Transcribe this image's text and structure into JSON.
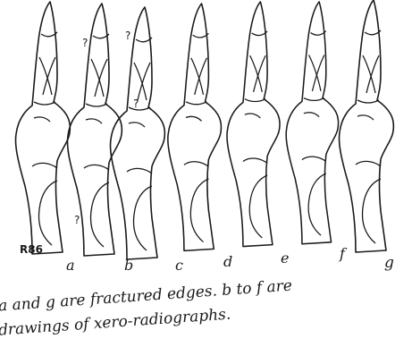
{
  "figure": {
    "specimen_label": "R86",
    "panel_labels": [
      "a",
      "b",
      "c",
      "d",
      "e",
      "f",
      "g"
    ],
    "question_mark": "?",
    "caption_line1": "a and g are fractured edges. b to f are",
    "caption_line2": "drawings of xero-radiographs."
  },
  "colors": {
    "ink": "#1a1a1a",
    "paper": "#ffffff"
  }
}
